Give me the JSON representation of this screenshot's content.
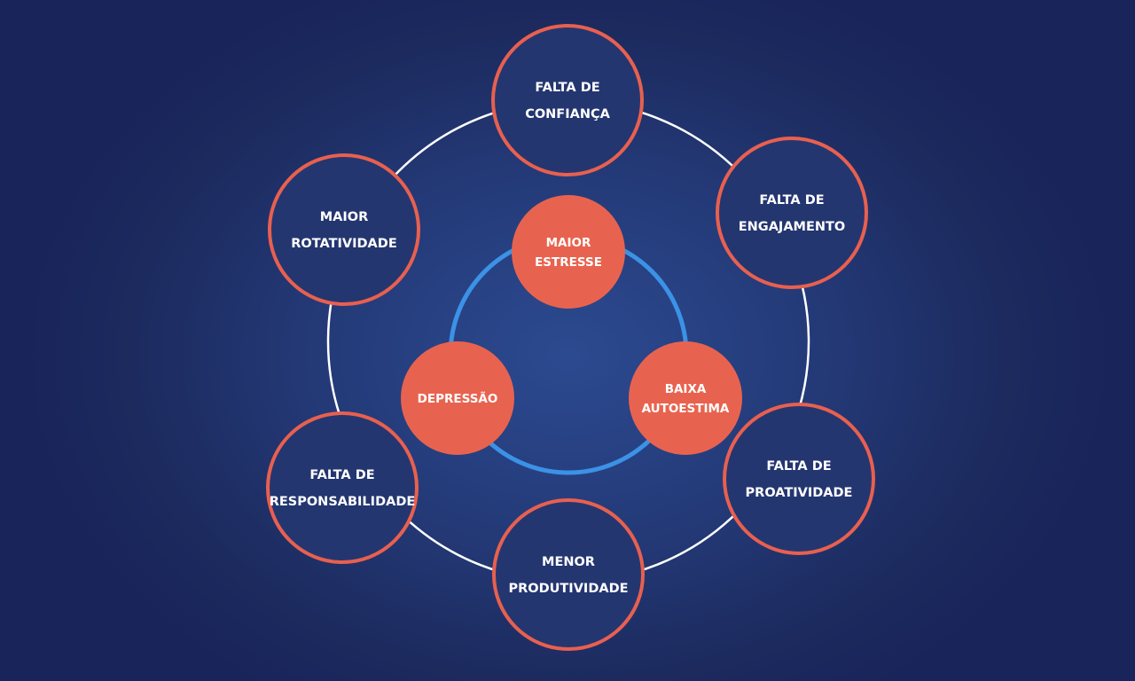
{
  "colors": {
    "outer_ring": "#ffffff",
    "inner_ring": "#3b92e6",
    "node_border": "#e8604f",
    "node_fill": "#243670",
    "core_fill": "#e8634f",
    "text": "#ffffff"
  },
  "outer_nodes": [
    {
      "lines": [
        "FALTA DE",
        "CONFIANÇA"
      ]
    },
    {
      "lines": [
        "FALTA DE",
        "ENGAJAMENTO"
      ]
    },
    {
      "lines": [
        "FALTA DE",
        "PROATIVIDADE"
      ]
    },
    {
      "lines": [
        "MENOR",
        "PRODUTIVIDADE"
      ]
    },
    {
      "lines": [
        "FALTA DE",
        "RESPONSABILIDADE"
      ]
    },
    {
      "lines": [
        "MAIOR",
        "ROTATIVIDADE"
      ]
    }
  ],
  "inner_nodes": [
    {
      "lines": [
        "MAIOR",
        "ESTRESSE"
      ]
    },
    {
      "lines": [
        "DEPRESSÃO"
      ]
    },
    {
      "lines": [
        "BAIXA",
        "AUTOESTIMA"
      ]
    }
  ]
}
